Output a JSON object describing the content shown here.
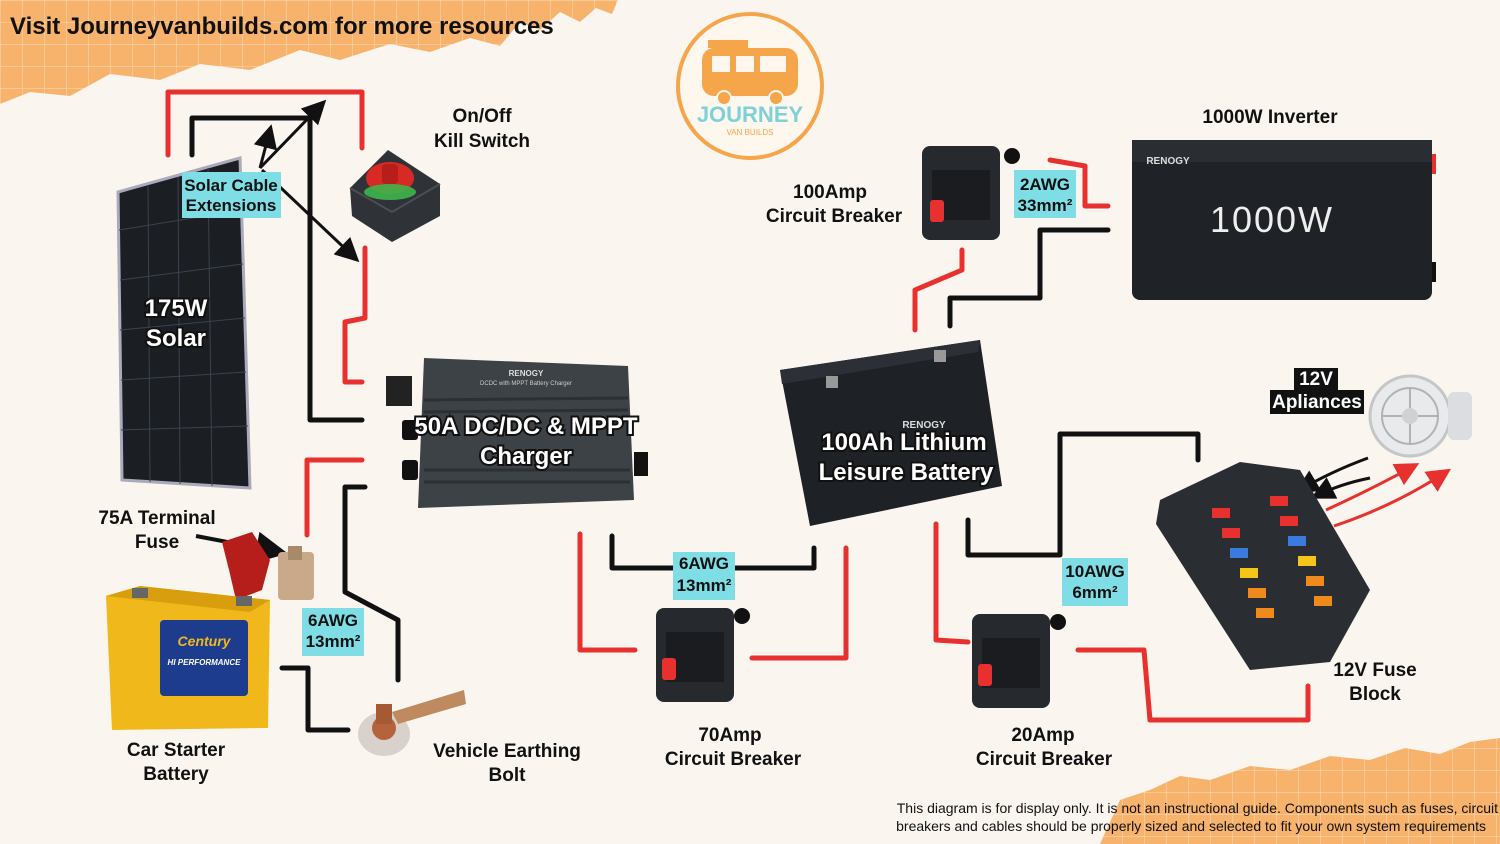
{
  "header": {
    "text": "Visit Journeyvanbuilds.com for more resources"
  },
  "logo": {
    "title": "JOURNEY",
    "subtitle": "VAN BUILDS"
  },
  "components": {
    "solar": {
      "line1": "175W",
      "line2": "Solar"
    },
    "kill_switch": {
      "line1": "On/Off",
      "line2": "Kill Switch"
    },
    "solar_ext": {
      "line1": "Solar Cable",
      "line2": "Extensions"
    },
    "charger": {
      "line1": "50A DC/DC & MPPT",
      "line2": "Charger",
      "brand": "RENOGY",
      "sub": "DCDC with MPPT Battery Charger"
    },
    "battery": {
      "line1": "100Ah Lithium",
      "line2": "Leisure Battery",
      "brand": "RENOGY"
    },
    "inverter": {
      "title": "1000W Inverter",
      "display": "1000W",
      "brand": "RENOGY"
    },
    "breaker_100": {
      "line1": "100Amp",
      "line2": "Circuit Breaker"
    },
    "breaker_70": {
      "line1": "70Amp",
      "line2": "Circuit Breaker"
    },
    "breaker_20": {
      "line1": "20Amp",
      "line2": "Circuit Breaker"
    },
    "terminal_fuse": {
      "line1": "75A Terminal",
      "line2": "Fuse"
    },
    "starter_battery": {
      "line1": "Car Starter",
      "line2": "Battery",
      "brand": "Century",
      "sub": "HI PERFORMANCE"
    },
    "earthing_bolt": {
      "line1": "Vehicle Earthing",
      "line2": "Bolt"
    },
    "fuse_block": {
      "line1": "12V Fuse",
      "line2": "Block"
    },
    "appliances": {
      "line1": "12V",
      "line2": "Apliances"
    }
  },
  "cable_tags": {
    "awg2": {
      "line1": "2AWG",
      "line2": "33mm²"
    },
    "awg6_a": {
      "line1": "6AWG",
      "line2": "13mm²"
    },
    "awg6_b": {
      "line1": "6AWG",
      "line2": "13mm²"
    },
    "awg10": {
      "line1": "10AWG",
      "line2": "6mm²"
    }
  },
  "disclaimer": {
    "line1": "This diagram is for display only. It is not an instructional guide. Components such as fuses, circuit",
    "line2": "breakers and cables should be properly sized and selected to fit your own system requirements"
  },
  "colors": {
    "positive": "#e8312f",
    "negative": "#111111",
    "tag_bg": "#7fdde6",
    "paper": "#f7b26b",
    "logo": "#f5a54a"
  }
}
